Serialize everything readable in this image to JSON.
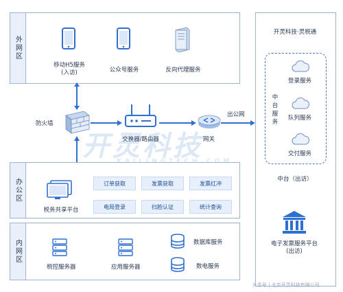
{
  "zones": {
    "external": "外网区",
    "office": "办公区",
    "internal": "内网区"
  },
  "external_items": [
    {
      "label": "移动H5服务\n(入访)",
      "icon": "tablet-icon"
    },
    {
      "label": "公众号服务",
      "icon": "tablet-icon"
    },
    {
      "label": "反向代理服务",
      "icon": "server-tower-icon"
    }
  ],
  "network": {
    "firewall": "防火墙",
    "switch_router": "交换器/路由器",
    "gateway": "网关",
    "out_net": "出公网"
  },
  "office": {
    "platform": "税务共享平台",
    "chips": [
      "订单获取",
      "发票获取",
      "发票红冲",
      "电局登录",
      "扫脸认证",
      "统计查询"
    ]
  },
  "internal_items": [
    "税控服务器",
    "应用服务器",
    "数据库服务",
    "数电服务"
  ],
  "right_panel": {
    "title": "开灵科技·灵税通",
    "middle_label": "中台服务",
    "cloud_services": [
      "登录服务",
      "队列服务",
      "交付服务"
    ],
    "middle_visit": "中台（出访）",
    "einvoice": "电子发票服务平台\n(出访)"
  },
  "watermark": {
    "brand": "开灵科技",
    "brand_en": "KAILINGTECH.COM"
  },
  "footer": "头条号 | 北京开灵科技有限公司",
  "colors": {
    "accent": "#2f6fd1",
    "zone_border": "#9fb3cf",
    "chip_bg": "#e6effb"
  }
}
